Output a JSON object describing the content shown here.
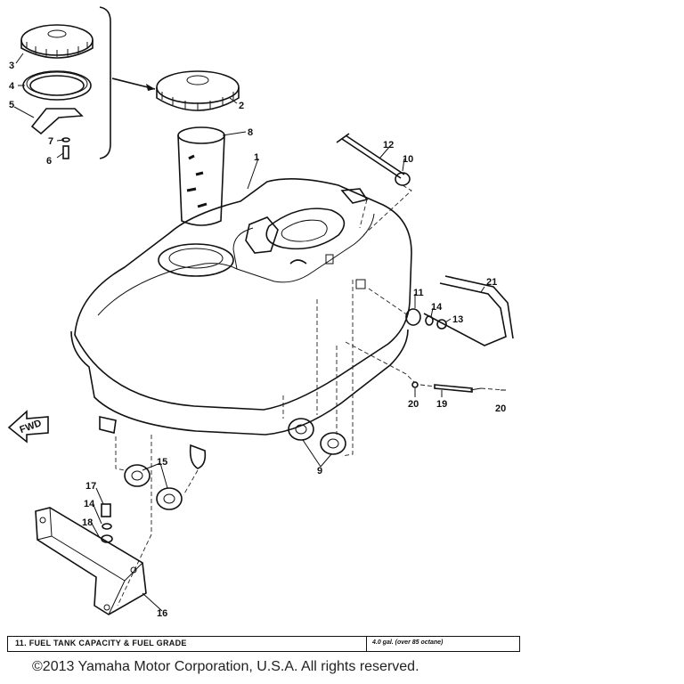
{
  "callouts": [
    {
      "id": "c1",
      "text": "1"
    },
    {
      "id": "c2",
      "text": "2"
    },
    {
      "id": "c3",
      "text": "3"
    },
    {
      "id": "c4",
      "text": "4"
    },
    {
      "id": "c5",
      "text": "5"
    },
    {
      "id": "c6",
      "text": "6"
    },
    {
      "id": "c7",
      "text": "7"
    },
    {
      "id": "c8",
      "text": "8"
    },
    {
      "id": "c9",
      "text": "9"
    },
    {
      "id": "c10",
      "text": "10"
    },
    {
      "id": "c11",
      "text": "11"
    },
    {
      "id": "c12",
      "text": "12"
    },
    {
      "id": "c13",
      "text": "13"
    },
    {
      "id": "c14a",
      "text": "14"
    },
    {
      "id": "c14b",
      "text": "14"
    },
    {
      "id": "c15",
      "text": "15"
    },
    {
      "id": "c16",
      "text": "16"
    },
    {
      "id": "c17",
      "text": "17"
    },
    {
      "id": "c18",
      "text": "18"
    },
    {
      "id": "c19",
      "text": "19"
    },
    {
      "id": "c20a",
      "text": "20"
    },
    {
      "id": "c20b",
      "text": "20"
    },
    {
      "id": "c21",
      "text": "21"
    }
  ],
  "fwd_label": "FWD",
  "spec": {
    "label": "11.   FUEL TANK CAPACITY & FUEL GRADE",
    "value": "4.0 gal. (over 85 octane)"
  },
  "copyright": "©2013 Yamaha Motor Corporation, U.S.A. All rights reserved."
}
